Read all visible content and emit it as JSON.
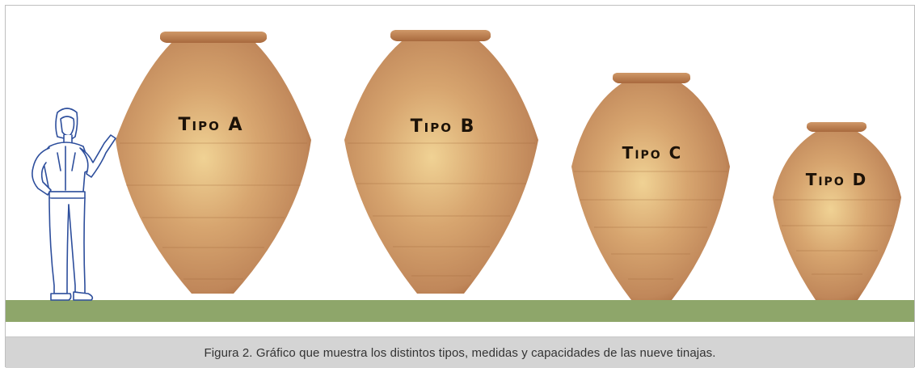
{
  "figure": {
    "caption": "Figura 2. Gráfico que muestra los distintos tipos, medidas y capacidades de las nueve tinajas.",
    "jars": [
      {
        "label": "Tipo A"
      },
      {
        "label": "Tipo B"
      },
      {
        "label": "Tipo C"
      },
      {
        "label": "Tipo D"
      }
    ]
  },
  "colors": {
    "jar_body": "#c8915f",
    "jar_highlight": "#f0d294",
    "jar_edge": "#a3663a",
    "ground": "#8ea66a",
    "figure_outline": "#2d4e9c",
    "caption_bar": "#d4d4d4"
  }
}
